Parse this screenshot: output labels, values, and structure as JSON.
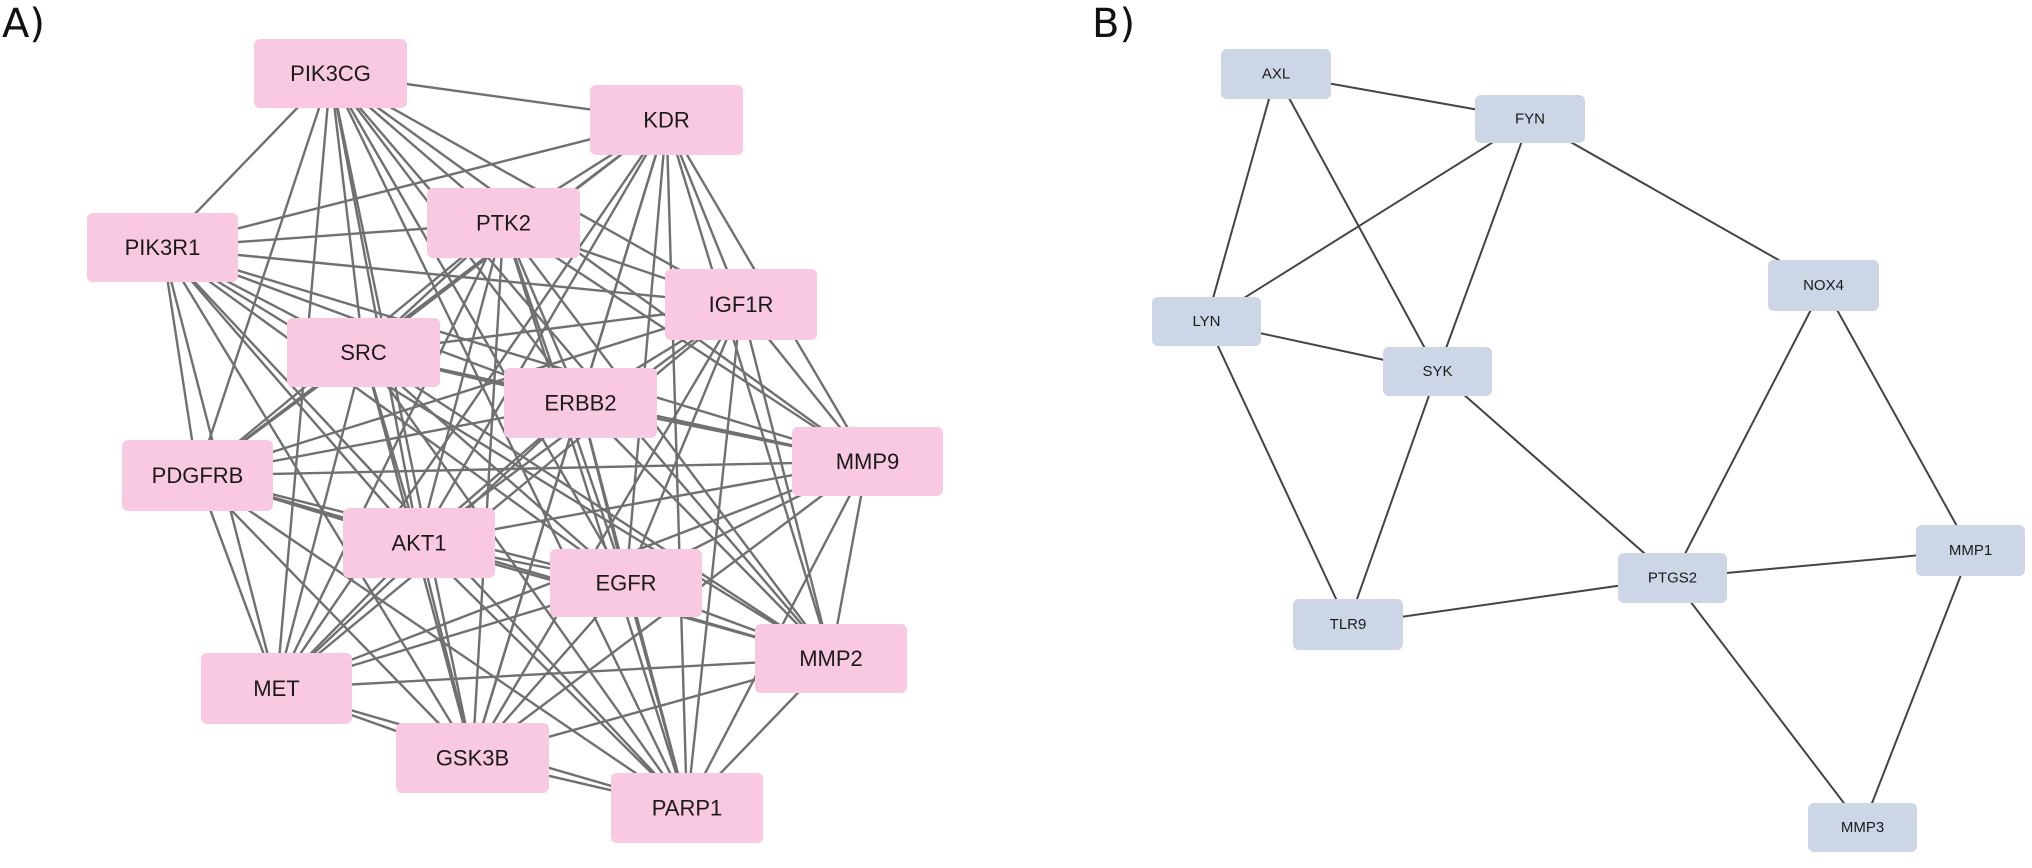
{
  "panels": [
    {
      "label": "A)",
      "node_color": "#f9c9e1",
      "edge_color": "#707070",
      "text_color": "#1a1a1a",
      "nodes": [
        "PIK3CG",
        "KDR",
        "PIK3R1",
        "PTK2",
        "IGF1R",
        "SRC",
        "ERBB2",
        "PDGFRB",
        "MMP9",
        "AKT1",
        "EGFR",
        "MET",
        "MMP2",
        "GSK3B",
        "PARP1"
      ],
      "edges": "all-pairs (dense network)"
    },
    {
      "label": "B)",
      "node_color": "#ccd6e6",
      "edge_color": "#444444",
      "text_color": "#1a1a1a",
      "nodes": [
        "AXL",
        "FYN",
        "LYN",
        "SYK",
        "NOX4",
        "PTGS2",
        "MMP1",
        "TLR9",
        "MMP3"
      ],
      "edges": [
        [
          "AXL",
          "FYN"
        ],
        [
          "AXL",
          "LYN"
        ],
        [
          "AXL",
          "SYK"
        ],
        [
          "FYN",
          "LYN"
        ],
        [
          "FYN",
          "SYK"
        ],
        [
          "FYN",
          "NOX4"
        ],
        [
          "LYN",
          "SYK"
        ],
        [
          "LYN",
          "TLR9"
        ],
        [
          "SYK",
          "TLR9"
        ],
        [
          "SYK",
          "PTGS2"
        ],
        [
          "TLR9",
          "PTGS2"
        ],
        [
          "PTGS2",
          "NOX4"
        ],
        [
          "PTGS2",
          "MMP1"
        ],
        [
          "PTGS2",
          "MMP3"
        ],
        [
          "NOX4",
          "MMP1"
        ],
        [
          "MMP1",
          "MMP3"
        ]
      ]
    }
  ]
}
